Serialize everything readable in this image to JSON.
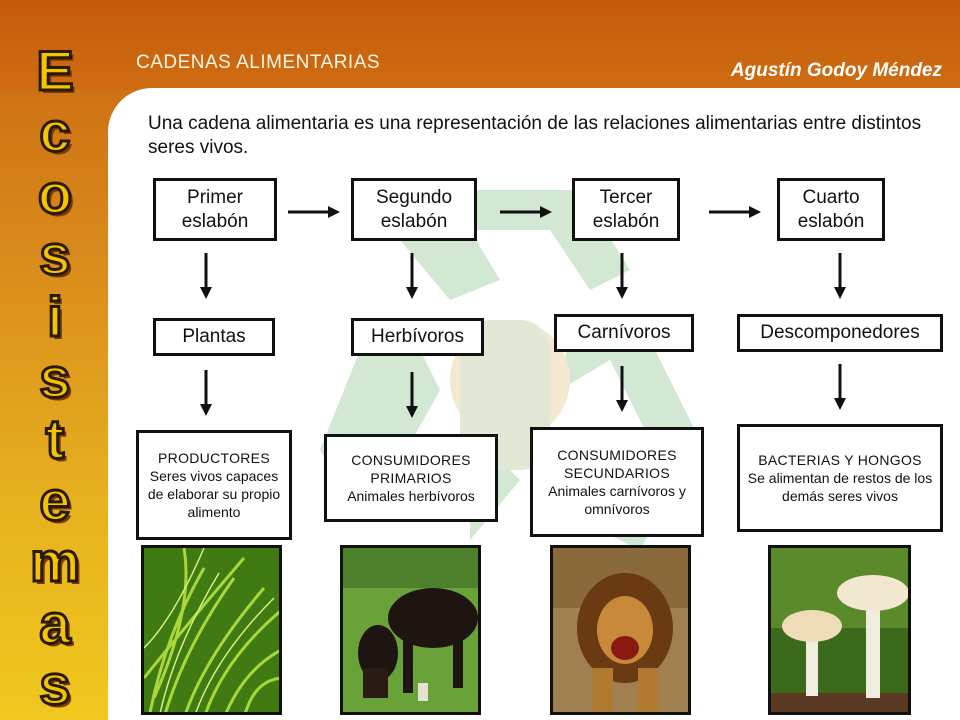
{
  "header": {
    "title": "CADENAS ALIMENTARIAS",
    "author": "Agustín Godoy Méndez"
  },
  "side_title": [
    "E",
    "c",
    "o",
    "s",
    "i",
    "s",
    "t",
    "e",
    "m",
    "a",
    "s"
  ],
  "intro": "Una cadena alimentaria es una representación de las relaciones alimentarias entre distintos seres vivos.",
  "columns": [
    {
      "link": "Primer eslabón",
      "type": "Plantas",
      "desc_title": "PRODUCTORES",
      "desc_text": "Seres vivos capaces de elaborar su propio alimento",
      "photo_icon": "grass-photo"
    },
    {
      "link": "Segundo eslabón",
      "type": "Herbívoros",
      "desc_title": "CONSUMIDORES PRIMARIOS",
      "desc_text": "Animales herbívoros",
      "photo_icon": "cow-photo"
    },
    {
      "link": "Tercer eslabón",
      "type": "Carnívoros",
      "desc_title": "CONSUMIDORES SECUNDARIOS",
      "desc_text": "Animales carnívoros y omnívoros",
      "photo_icon": "lion-photo"
    },
    {
      "link": "Cuarto eslabón",
      "type": "Descomponedores",
      "desc_title": "BACTERIAS Y HONGOS",
      "desc_text": "Se alimentan de restos de los demás seres vivos",
      "photo_icon": "mushroom-photo"
    }
  ],
  "colors": {
    "header": "#c45a0c",
    "side_letters": "#f5c400",
    "recycle_watermark": "#3a9a3a"
  }
}
